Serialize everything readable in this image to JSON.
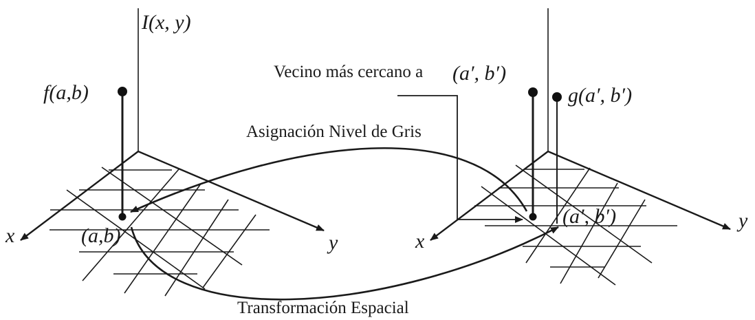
{
  "left_plane": {
    "intensity_axis_label": "I(x, y)",
    "value_label": "f(a,b)",
    "point_label": "(a,b)",
    "x_axis_label": "x",
    "y_axis_label": "y"
  },
  "right_plane": {
    "nearest_neighbor_text": "Vecino más cercano a",
    "nearest_neighbor_point": "(a′, b′)",
    "value_label": "g(a′, b′)",
    "point_label": "(a′, b′)",
    "x_axis_label": "x",
    "y_axis_label": "y"
  },
  "arrows": {
    "gray_level_assignment": "Asignación Nivel de Gris",
    "spatial_transformation": "Transformación Espacial"
  }
}
